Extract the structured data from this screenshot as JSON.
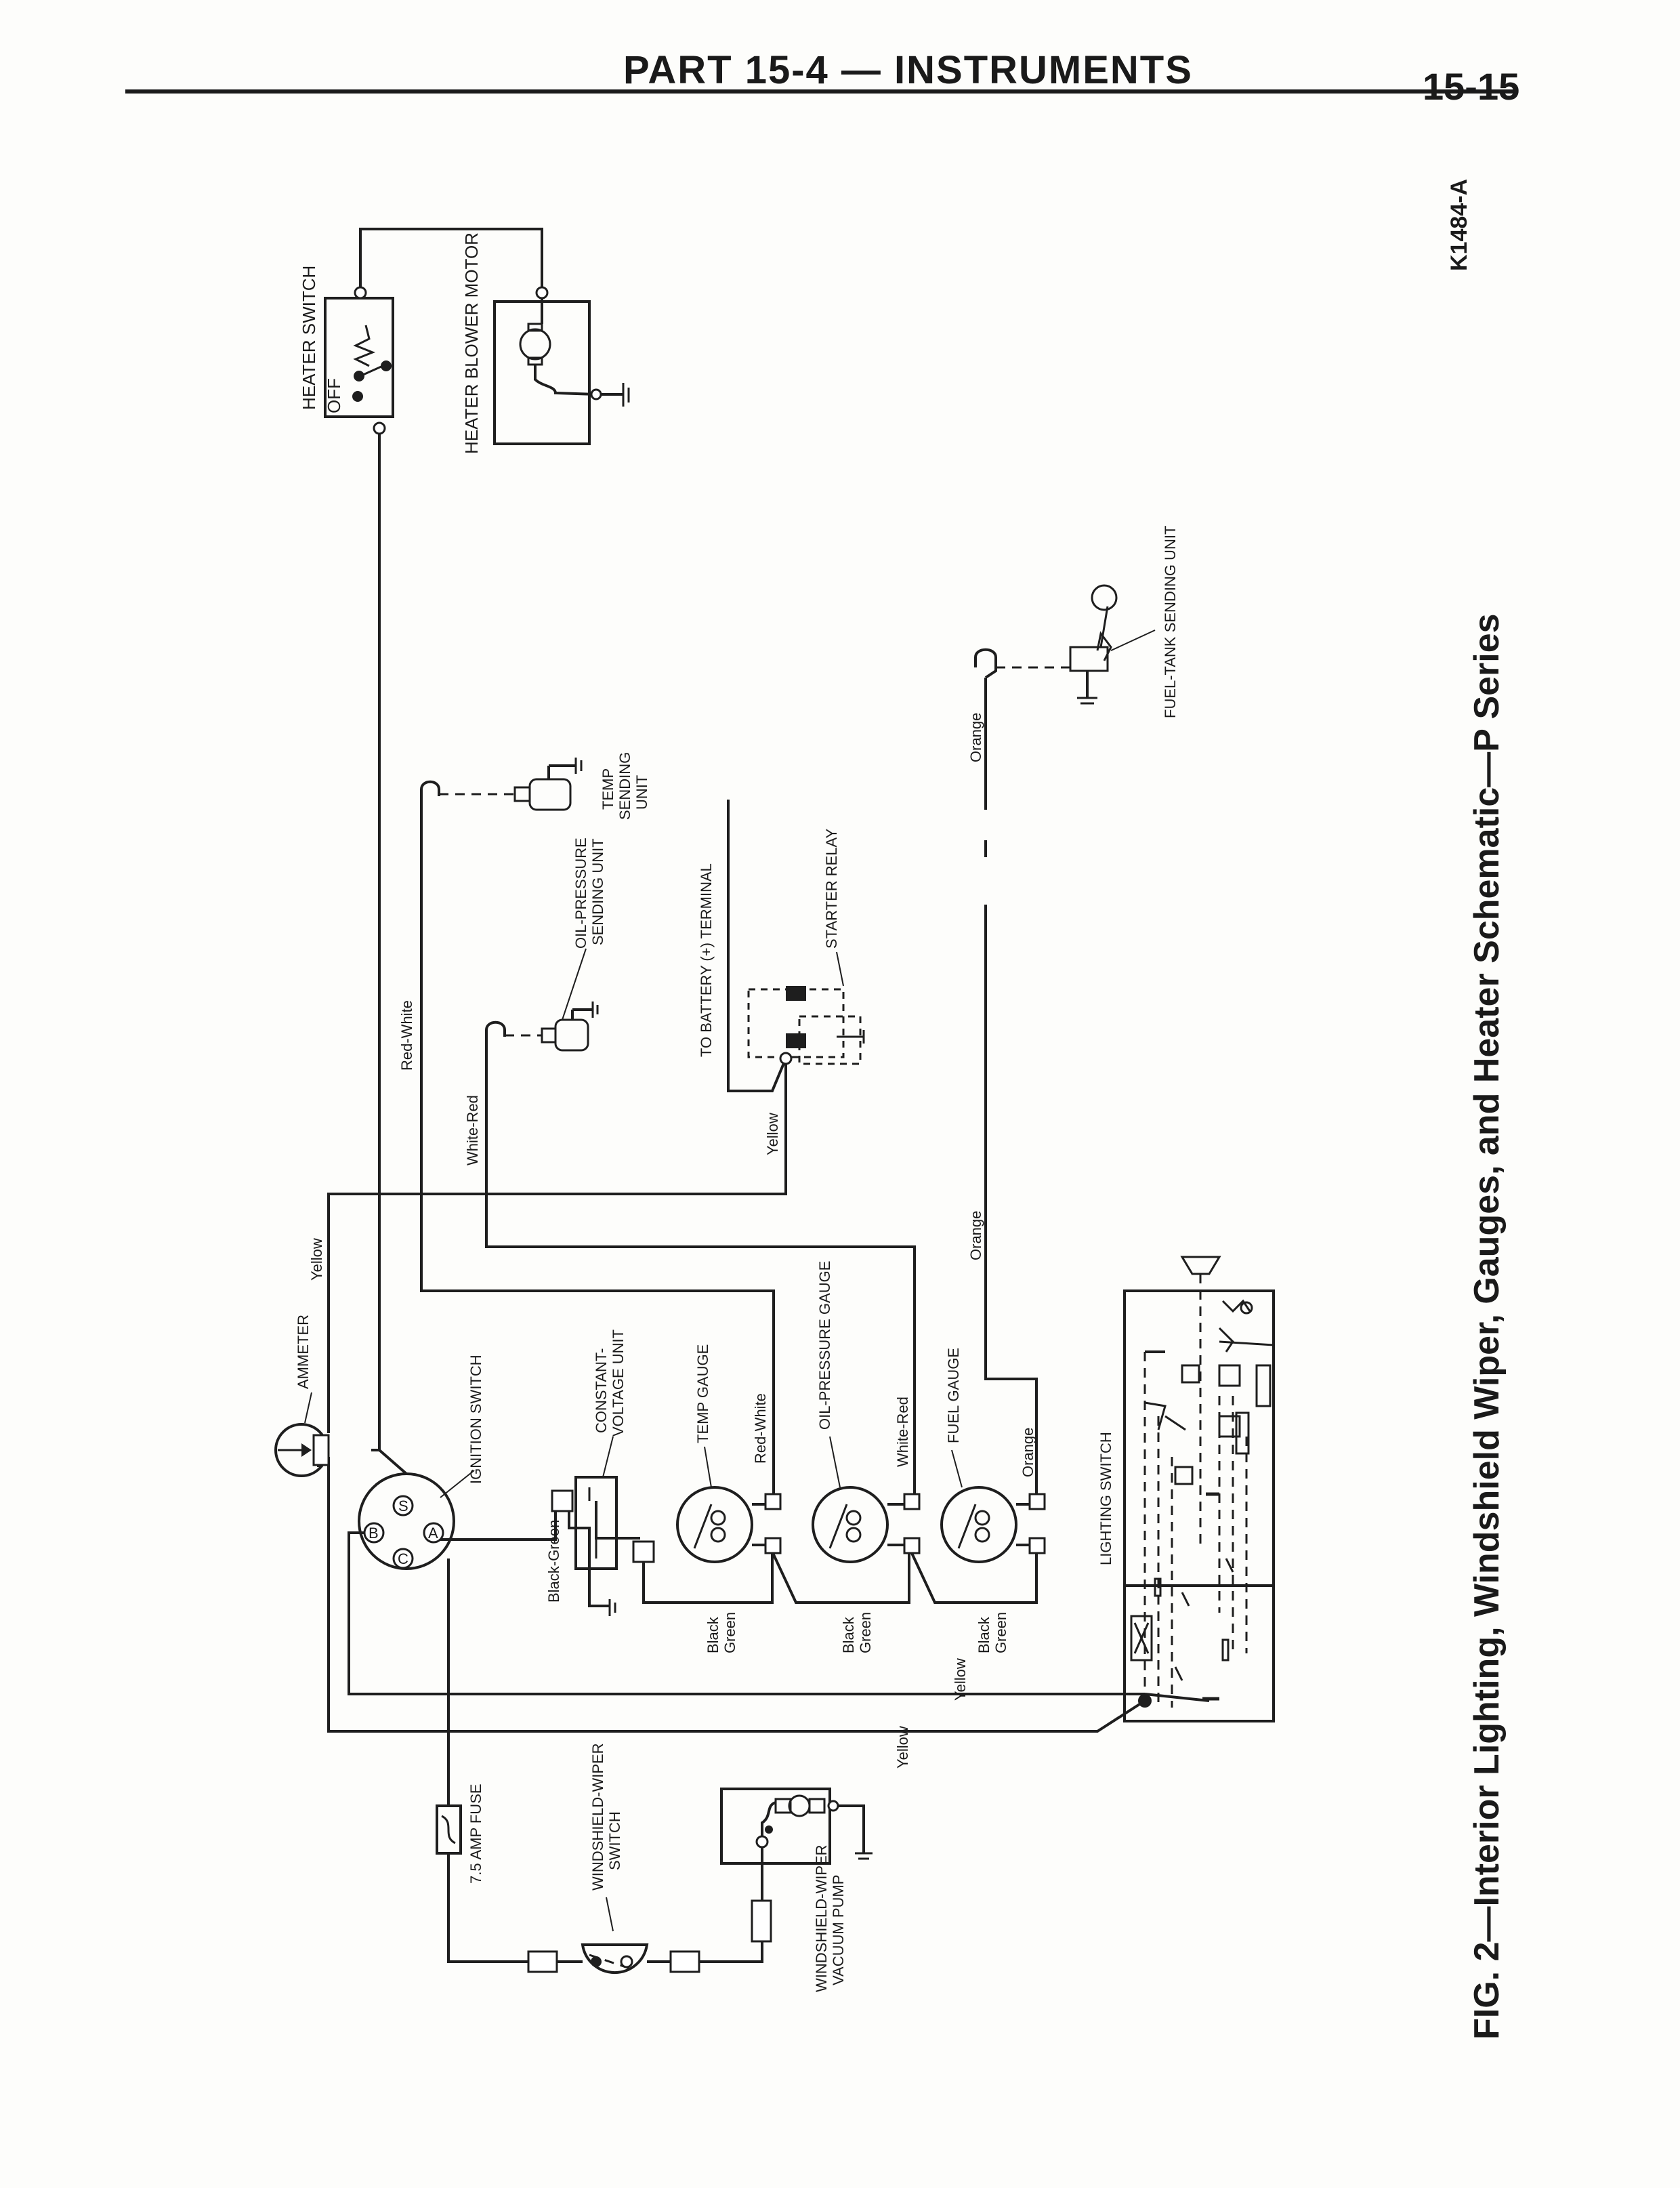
{
  "header": {
    "part_title": "PART 15-4 — INSTRUMENTS",
    "page_number": "15-15"
  },
  "figure": {
    "code": "K1484-A",
    "caption": "FIG. 2—Interior Lighting, Windshield Wiper, Gauges, and Heater Schematic—P Series"
  },
  "components": {
    "heater_switch": "HEATER SWITCH",
    "heater_switch_off": "OFF",
    "heater_blower_motor": "HEATER BLOWER MOTOR",
    "fuel_tank_sending_unit": "FUEL-TANK SENDING UNIT",
    "temp_sending_unit_1": "TEMP",
    "temp_sending_unit_2": "SENDING",
    "temp_sending_unit_3": "UNIT",
    "oil_pressure_sending_unit_1": "OIL-PRESSURE",
    "oil_pressure_sending_unit_2": "SENDING UNIT",
    "battery_terminal": "TO BATTERY (+) TERMINAL",
    "starter_relay": "STARTER RELAY",
    "ammeter": "AMMETER",
    "ignition_switch": "IGNITION SWITCH",
    "constant_voltage_unit_1": "CONSTANT-",
    "constant_voltage_unit_2": "VOLTAGE UNIT",
    "temp_gauge": "TEMP GAUGE",
    "oil_pressure_gauge": "OIL-PRESSURE GAUGE",
    "fuel_gauge": "FUEL GAUGE",
    "lighting_switch": "LIGHTING SWITCH",
    "fuse": "7.5 AMP FUSE",
    "wiper_switch_1": "WINDSHIELD-WIPER",
    "wiper_switch_2": "SWITCH",
    "wiper_pump_1": "WINDSHIELD-WIPER",
    "wiper_pump_2": "VACUUM PUMP",
    "ign_terminals": [
      "B",
      "S",
      "A",
      "C"
    ]
  },
  "wire_colors": {
    "red_white": "Red-White",
    "white_red": "White-Red",
    "yellow": "Yellow",
    "orange": "Orange",
    "black_green": "Black-Green",
    "black": "Black",
    "green": "Green"
  }
}
